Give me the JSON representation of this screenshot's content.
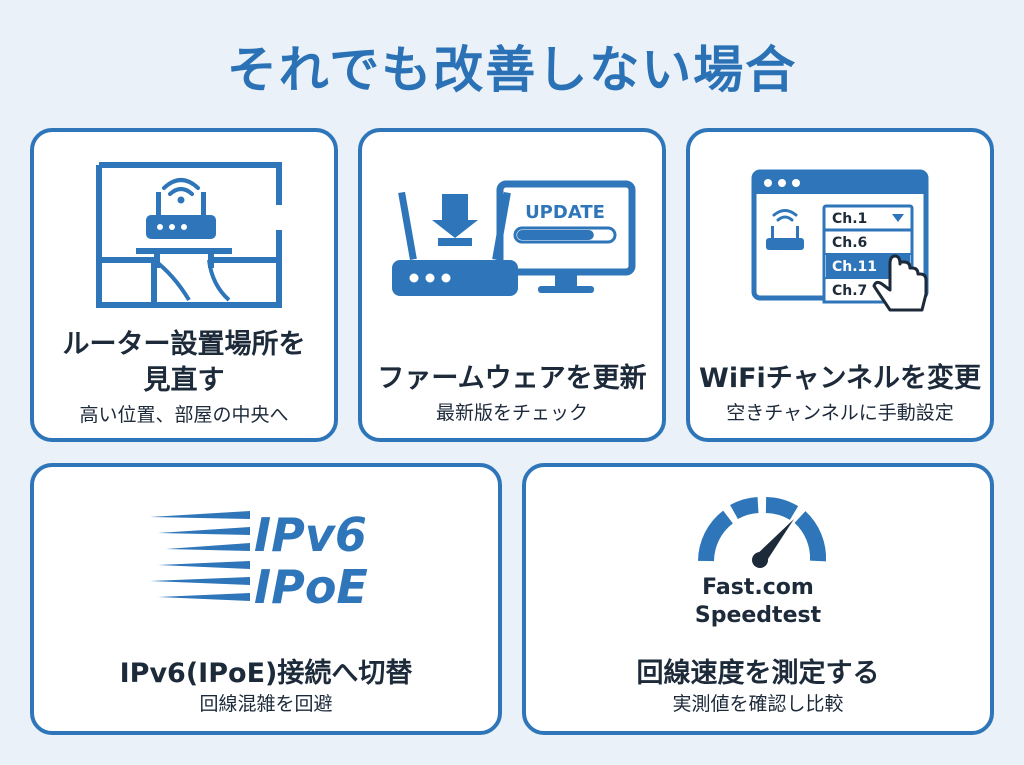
{
  "title": "それでも改善しない場合",
  "colors": {
    "accent": "#2e76b9",
    "background": "#eaf1f9",
    "text": "#1d2a3a"
  },
  "cards": [
    {
      "icon": "router-floorplan-icon",
      "title_line1": "ルーター設置場所を",
      "title_line2": "見直す",
      "sub": "高い位置、部屋の中央へ"
    },
    {
      "icon": "router-update-icon",
      "title": "ファームウェアを更新",
      "sub": "最新版をチェック",
      "update_label": "UPDATE",
      "update_progress": 0.8
    },
    {
      "icon": "wifi-channel-icon",
      "title": "WiFiチャンネルを変更",
      "sub": "空きチャンネルに手動設定",
      "channels": {
        "selected": "Ch.1",
        "options": [
          "Ch.6",
          "Ch.11",
          "Ch.7"
        ]
      }
    },
    {
      "icon": "ipv6-speed-lines-icon",
      "title": "IPv6(IPoE)接続へ切替",
      "sub": "回線混雑を回避",
      "logo_line1": "IPv6",
      "logo_line2": "IPoE"
    },
    {
      "icon": "speedometer-icon",
      "title": "回線速度を測定する",
      "sub": "実測値を確認し比較",
      "tool_line1": "Fast.com",
      "tool_line2": "Speedtest"
    }
  ]
}
